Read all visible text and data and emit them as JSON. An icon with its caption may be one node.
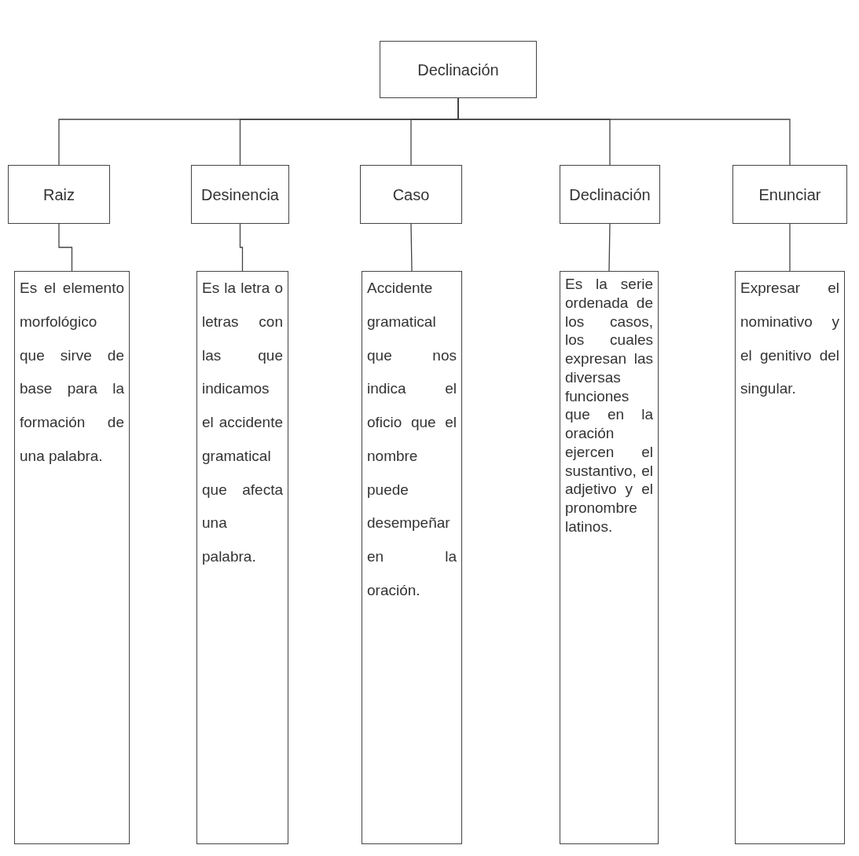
{
  "diagram": {
    "nodes": [
      {
        "text": [
          "Declinación"
        ]
      },
      {
        "text": [
          "Raiz"
        ]
      },
      {
        "text": [
          "Desinencia"
        ]
      },
      {
        "text": [
          "Caso"
        ]
      },
      {
        "text": [
          "Declinación"
        ]
      },
      {
        "text": [
          "Enunciar"
        ]
      },
      {
        "text": [
          "Es el elemento morfológico que sirve de base para la formación de una palabra."
        ]
      },
      {
        "text": [
          "Es la letra o letras con las que indicamos el accidente gramatical que afecta una palabra."
        ]
      },
      {
        "text": [
          "Accidente gramatical que nos indica el oficio que el nombre puede desempeñar en la oración."
        ]
      },
      {
        "text": [
          "Es la serie ordenada de los casos, los cuales expresan las diversas funciones que en la oración ejercen el sustantivo, el adjetivo y el pronombre latinos."
        ]
      },
      {
        "text": [
          "Expresar el nominativo y el genitivo del singular."
        ]
      }
    ],
    "edges": [
      {
        "from": 0,
        "to": 1,
        "arrow": "none"
      },
      {
        "from": 0,
        "to": 2,
        "arrow": "none"
      },
      {
        "from": 0,
        "to": 3,
        "arrow": "none"
      },
      {
        "from": 0,
        "to": 4,
        "arrow": "none"
      },
      {
        "from": 0,
        "to": 5,
        "arrow": "none"
      },
      {
        "from": 1,
        "to": 6,
        "arrow": "none"
      },
      {
        "from": 2,
        "to": 7,
        "arrow": "none"
      },
      {
        "from": 3,
        "to": 8,
        "arrow": "none"
      },
      {
        "from": 4,
        "to": 9,
        "arrow": "none"
      },
      {
        "from": 5,
        "to": 10,
        "arrow": "none"
      }
    ]
  }
}
